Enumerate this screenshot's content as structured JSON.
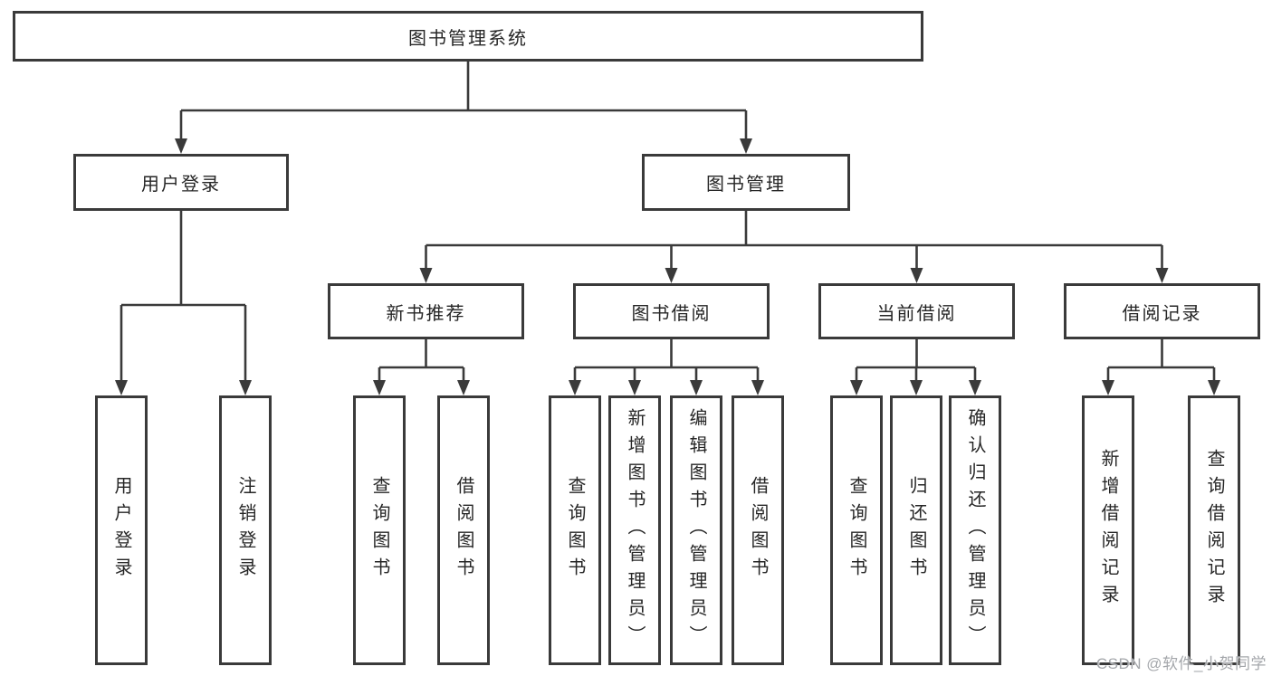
{
  "diagram": {
    "root": {
      "label": "图书管理系统"
    },
    "login_branch": {
      "label": "用户登录",
      "children": [
        {
          "label": "用户登录"
        },
        {
          "label": "注销登录"
        }
      ]
    },
    "management_branch": {
      "label": "图书管理",
      "sections": [
        {
          "label": "新书推荐",
          "children": [
            {
              "label": "查询图书"
            },
            {
              "label": "借阅图书"
            }
          ]
        },
        {
          "label": "图书借阅",
          "children": [
            {
              "label": "查询图书"
            },
            {
              "label": "新增图书（管理员）"
            },
            {
              "label": "编辑图书（管理员）"
            },
            {
              "label": "借阅图书"
            }
          ]
        },
        {
          "label": "当前借阅",
          "children": [
            {
              "label": "查询图书"
            },
            {
              "label": "归还图书"
            },
            {
              "label": "确认归还（管理员）"
            }
          ]
        },
        {
          "label": "借阅记录",
          "children": [
            {
              "label": "新增借阅记录"
            },
            {
              "label": "查询借阅记录"
            }
          ]
        }
      ]
    },
    "colors": {
      "line": "#3a3a3a",
      "text": "#262626",
      "background": "#ffffff",
      "watermark": "#a4a7ab"
    },
    "watermark": "CSDN @软件_小贺同学"
  }
}
